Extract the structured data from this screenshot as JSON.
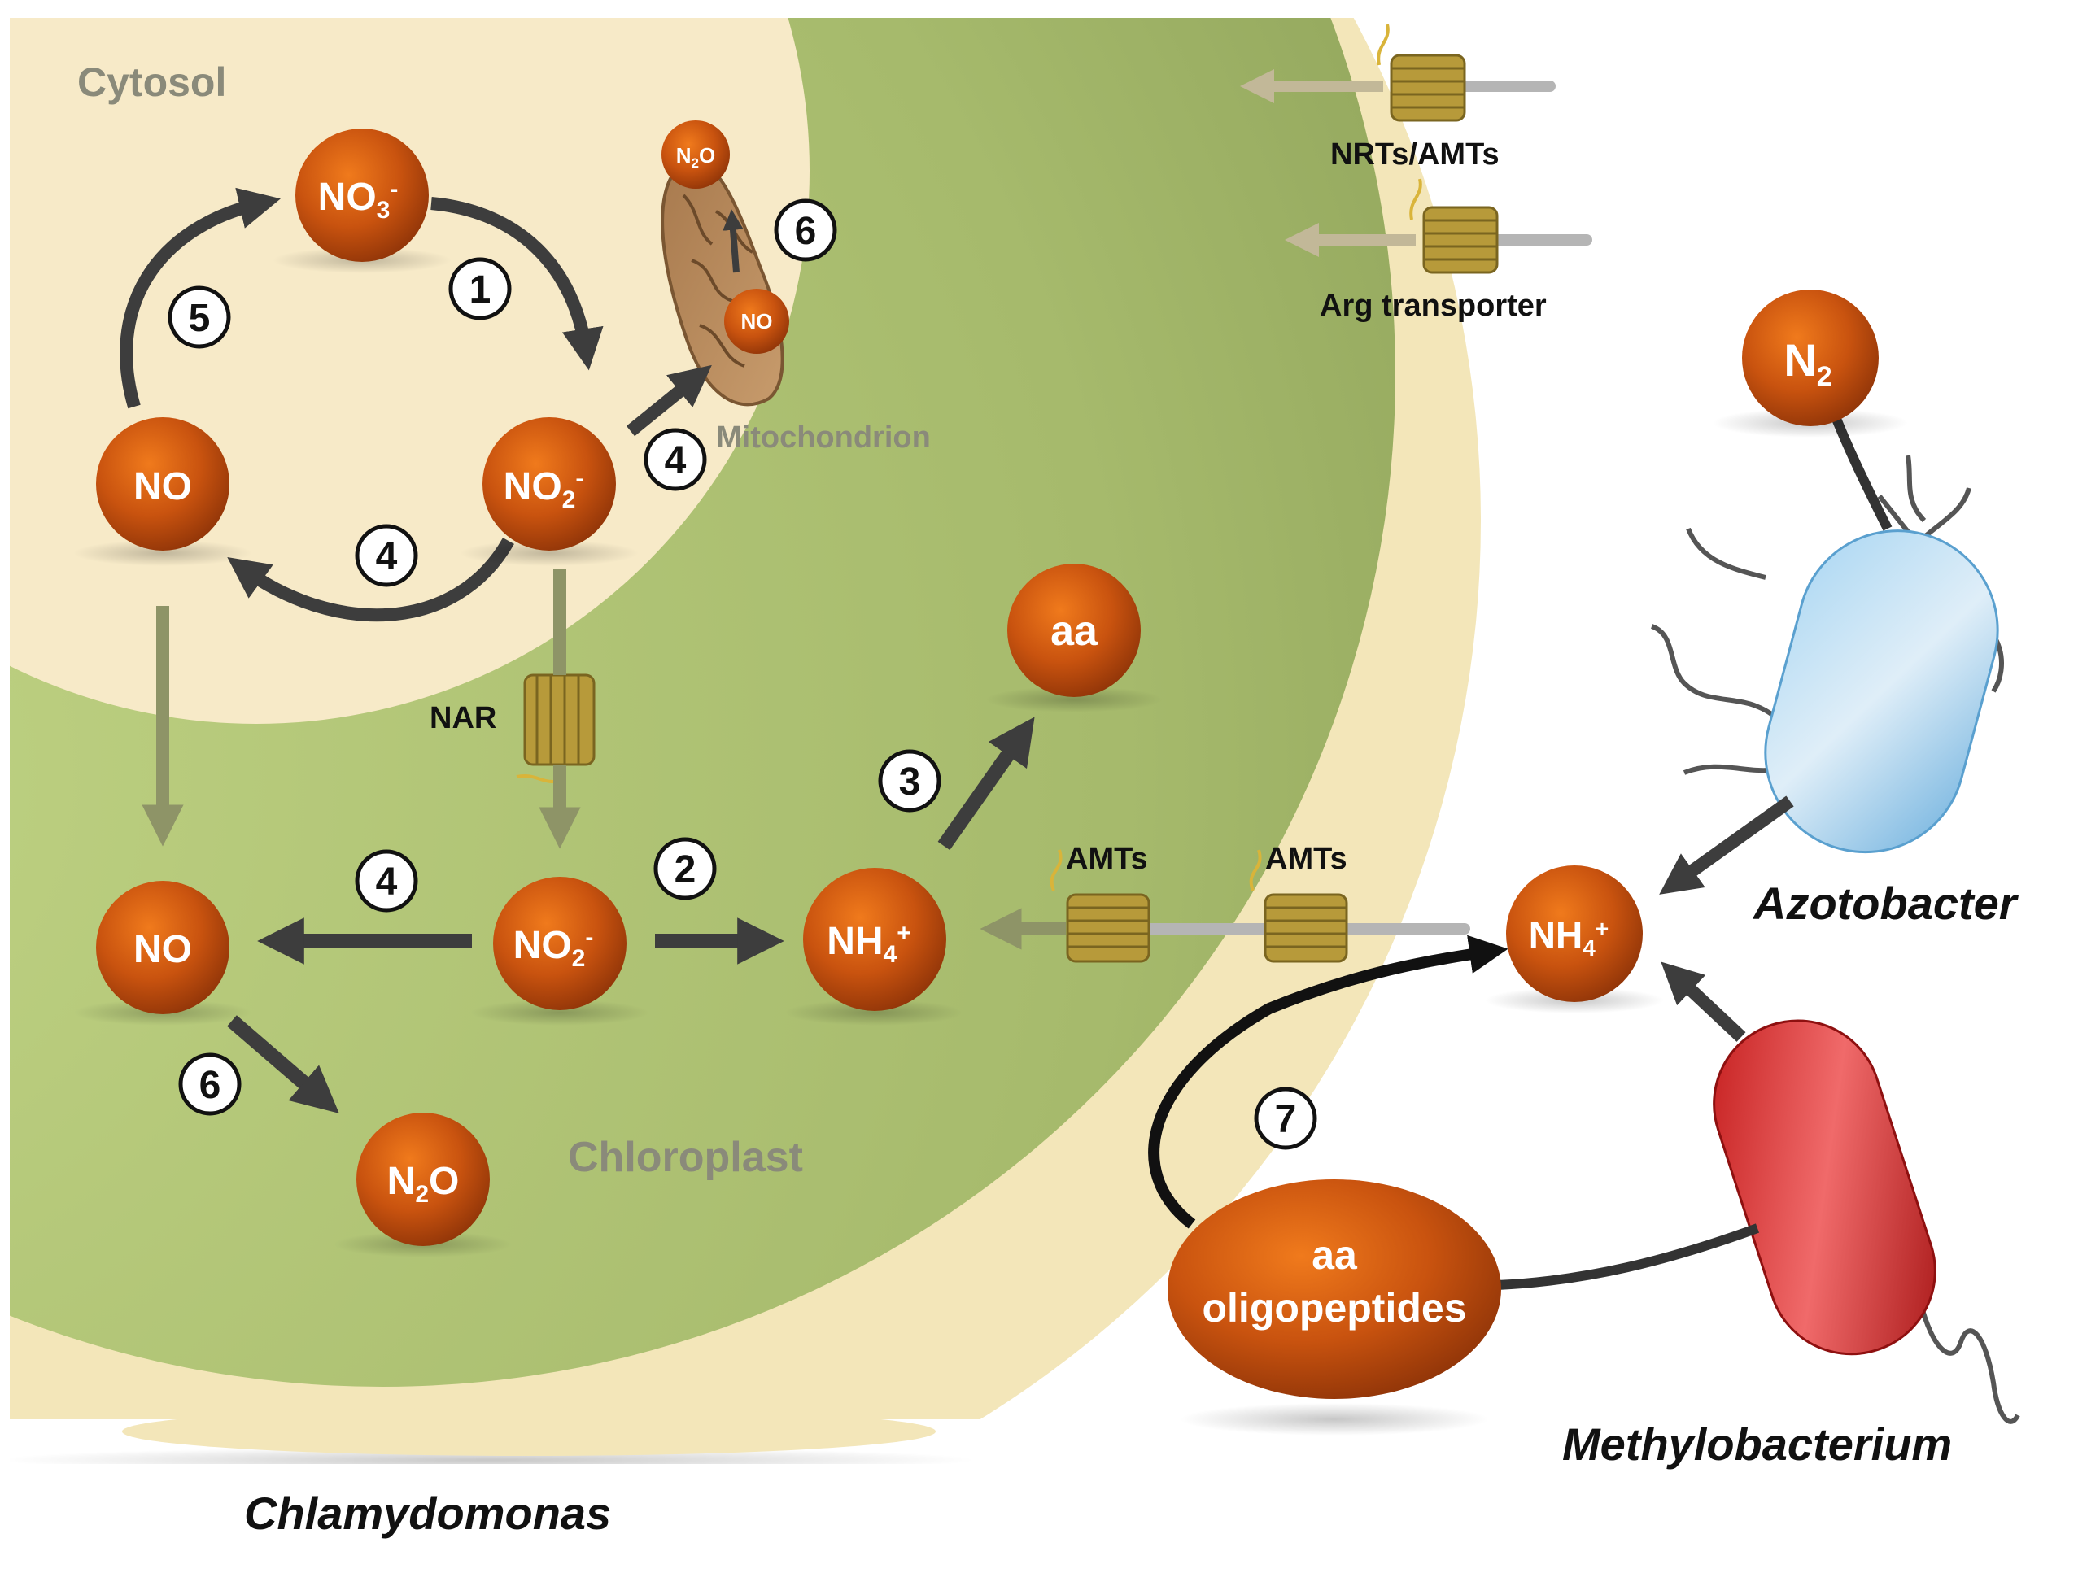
{
  "regions": {
    "cytosol": "Cytosol",
    "chloroplast": "Chloroplast",
    "mitochondrion": "Mitochondrion"
  },
  "organisms": {
    "chlamydomonas": "Chlamydomonas",
    "azotobacter": "Azotobacter",
    "methylobacterium": "Methylobacterium"
  },
  "transporters": {
    "nrts_amts": "NRTs/AMTs",
    "arg": "Arg transporter",
    "nar": "NAR",
    "amts_1": "AMTs",
    "amts_2": "AMTs"
  },
  "molecules": {
    "no3_cytosol": {
      "base": "NO",
      "sub": "3",
      "sup": "-"
    },
    "no2_cytosol": {
      "base": "NO",
      "sub": "2",
      "sup": "-"
    },
    "no_cytosol": {
      "base": "NO"
    },
    "n2o_mito": {
      "base": "N",
      "sub": "2",
      "tail": "O"
    },
    "no_mito": {
      "base": "NO"
    },
    "aa_chloro": {
      "base": "aa"
    },
    "no_chloro": {
      "base": "NO"
    },
    "no2_chloro": {
      "base": "NO",
      "sub": "2",
      "sup": "-"
    },
    "nh4_chloro": {
      "base": "NH",
      "sub": "4",
      "sup": "+"
    },
    "n2o_chloro": {
      "base": "N",
      "sub": "2",
      "tail": "O"
    },
    "n2_ext": {
      "base": "N",
      "sub": "2"
    },
    "nh4_ext": {
      "base": "NH",
      "sub": "4",
      "sup": "+"
    },
    "oligo_line1": "aa",
    "oligo_line2": "oligopeptides"
  },
  "steps": {
    "s1": "1",
    "s5": "5",
    "s4_cyto_left": "4",
    "s4_mito": "4",
    "s6_mito": "6",
    "s3": "3",
    "s4_chloro": "4",
    "s2": "2",
    "s6_chloro": "6",
    "s7": "7"
  },
  "colors": {
    "outer_cell": "#f3e6b9",
    "chloroplast_outer": "#a9bb72",
    "chloroplast_inner": "#b9cd7f",
    "cytosol": "#f7eac8",
    "molecule_center": "#e26a16",
    "molecule_edge": "#9a3a0a",
    "arrow_dark": "#3d3d3d",
    "arrow_faded": "#8e9467",
    "transporter": "#b79a3a",
    "azotobacter": "#86c1e6",
    "methylobacterium": "#d32626"
  }
}
